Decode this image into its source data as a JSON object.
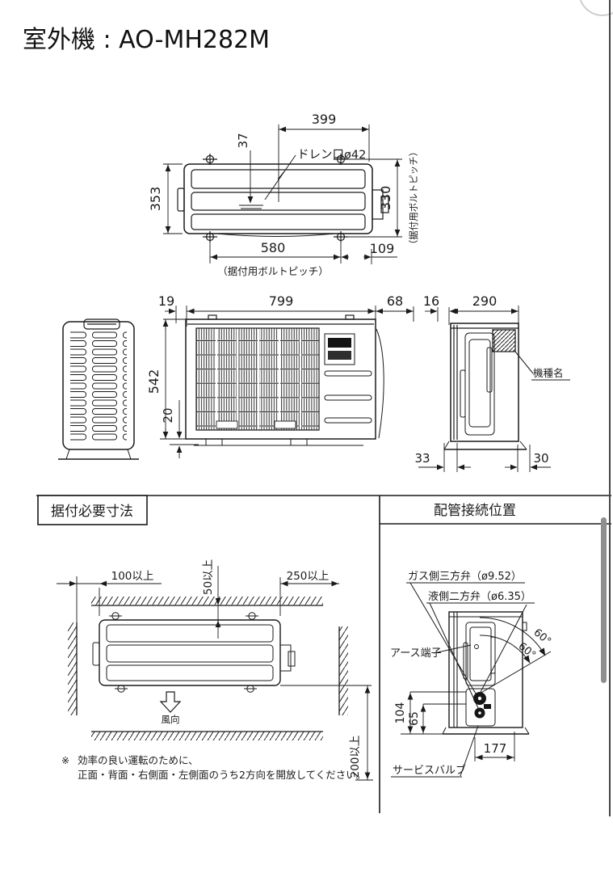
{
  "page": {
    "title": "室外機 : AO-MH282M"
  },
  "top_view": {
    "dim_399": "399",
    "dim_37": "37",
    "drain_label": "ドレン口ø42",
    "dim_353": "353",
    "dim_330": "330",
    "bolt_pitch_side": "（据付用ボルトピッチ）",
    "dim_580": "580",
    "dim_109": "109",
    "bolt_pitch_bottom": "（据付用ボルトピッチ）"
  },
  "orthographic_views": {
    "dim_19": "19",
    "dim_799": "799",
    "dim_68": "68",
    "dim_16": "16",
    "dim_290": "290",
    "dim_542": "542",
    "dim_20": "20",
    "dim_33": "33",
    "dim_30": "30",
    "model_name_label": "機種名"
  },
  "installation": {
    "header": "据付必要寸法",
    "dim_left": "100以上",
    "dim_top": "50以上",
    "dim_right": "250以上",
    "dim_bottom": "200以上",
    "wind_label": "風向",
    "note_mark": "※",
    "note_line1": "効率の良い運転のために、",
    "note_line2": "正面・背面・右側面・左側面のうち2方向を開放してください。"
  },
  "piping": {
    "header": "配管接続位置",
    "gas_valve_label": "ガス側三方弁（ø9.52）",
    "liquid_valve_label": "液側二方弁（ø6.35）",
    "earth_terminal_label": "アース端子",
    "service_valve_label": "サービスバルブ",
    "dim_104": "104",
    "dim_65": "65",
    "angle_outer": "60°",
    "angle_inner": "60°",
    "dim_177": "177"
  }
}
